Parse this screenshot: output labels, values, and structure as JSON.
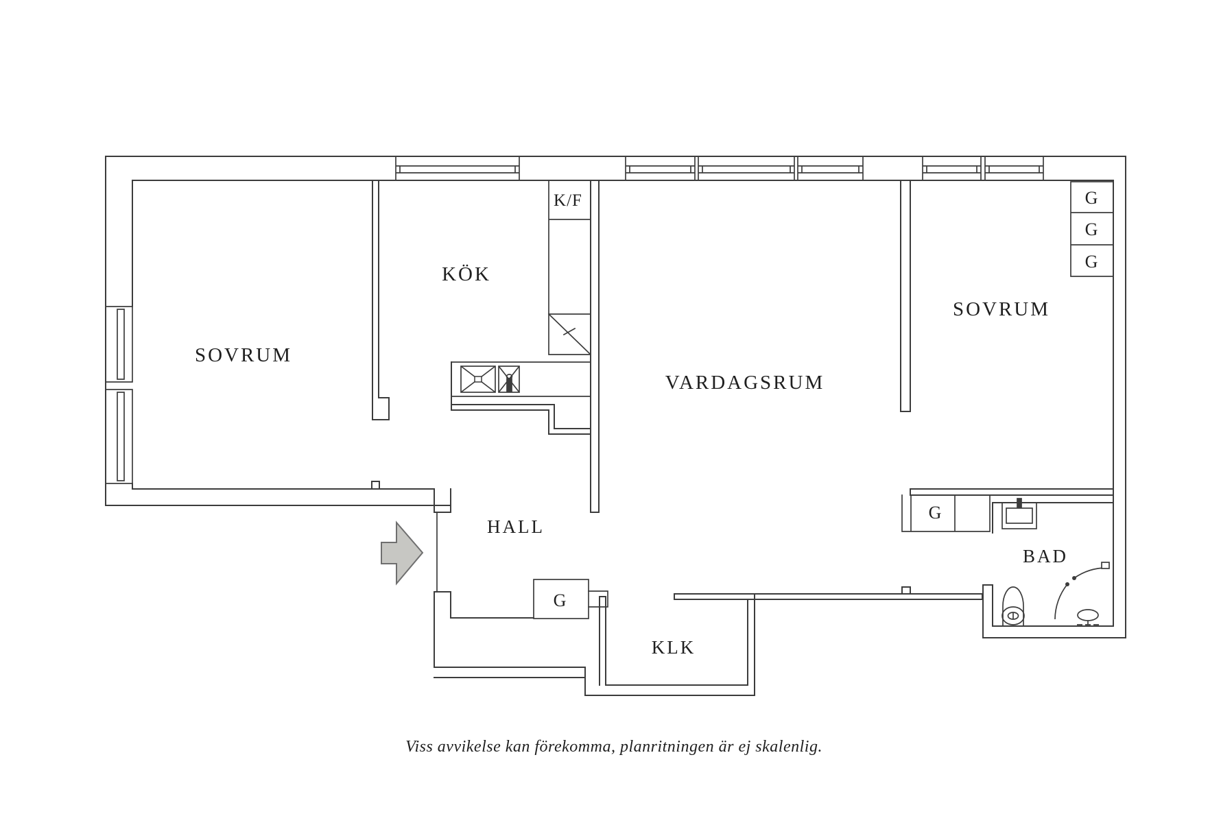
{
  "meta": {
    "type": "floor-plan",
    "language": "sv"
  },
  "rooms": {
    "bedroom_left": "SOVRUM",
    "kitchen": "KÖK",
    "living_room": "VARDAGSRUM",
    "bedroom_right": "SOVRUM",
    "hall": "HALL",
    "walk_in_closet": "KLK",
    "bathroom": "BAD"
  },
  "labels": {
    "fridge_freezer": "K/F",
    "wardrobe": "G"
  },
  "caption": "Viss avvikelse kan förekomma, planritningen är ej skalenlig.",
  "colors": {
    "wall": "#3c3c3c",
    "text": "#1f1f1f",
    "arrow_fill": "#c7c7c3",
    "arrow_stroke": "#6f6f6f",
    "background": "#ffffff"
  }
}
